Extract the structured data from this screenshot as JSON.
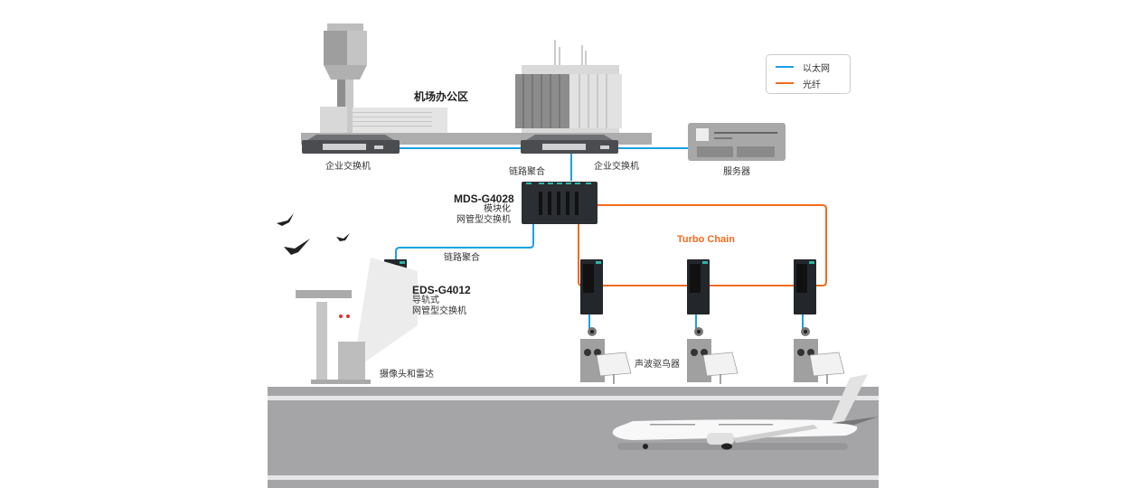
{
  "legend": {
    "items": [
      {
        "label": "以太网",
        "color": "#1ba1e2"
      },
      {
        "label": "光纤",
        "color": "#f26b21"
      }
    ]
  },
  "colors": {
    "ethernet": "#1ba1e2",
    "fiber": "#f26b21",
    "building_dark": "#8c8c8c",
    "building_light": "#d0d0d0",
    "runway": "#a5a5a8",
    "device_dark": "#2b2e33",
    "device_accent": "#2bb5a6"
  },
  "labels": {
    "office_area": "机场办公区",
    "enterprise_switch_left": "企业交换机",
    "enterprise_switch_right": "企业交换机",
    "server": "服务器",
    "link_aggregation_top": "链路聚合",
    "link_aggregation_bottom": "链路聚合",
    "camera_radar": "摄像头和雷达",
    "bird_repeller": "声波驱鸟器",
    "turbo_chain": "Turbo Chain"
  },
  "devices": {
    "mds": {
      "model": "MDS-G4028",
      "line1": "模块化",
      "line2": "网管型交换机"
    },
    "eds": {
      "model": "EDS-G4012",
      "line1": "导轨式",
      "line2": "网管型交换机"
    }
  }
}
